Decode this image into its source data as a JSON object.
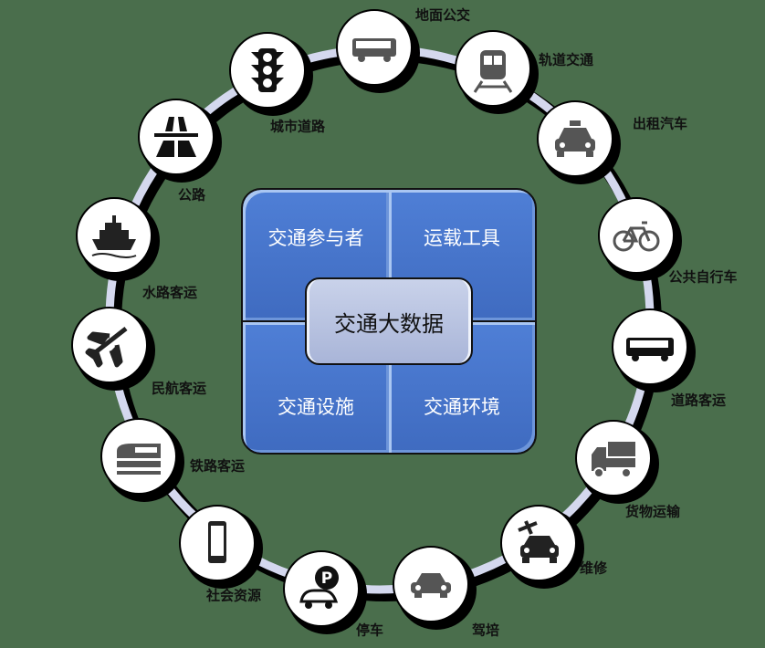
{
  "center": {
    "title": "交通大数据",
    "quadrants": [
      "交通参与者",
      "运载工具",
      "交通设施",
      "交通环境"
    ]
  },
  "nodes": [
    {
      "label": "地面公交",
      "icon": "bus-icon"
    },
    {
      "label": "轨道交通",
      "icon": "metro-icon"
    },
    {
      "label": "出租汽车",
      "icon": "taxi-icon"
    },
    {
      "label": "公共自行车",
      "icon": "bicycle-icon"
    },
    {
      "label": "道路客运",
      "icon": "coach-icon"
    },
    {
      "label": "货物运输",
      "icon": "truck-icon"
    },
    {
      "label": "维修",
      "icon": "repair-icon"
    },
    {
      "label": "驾培",
      "icon": "car-icon"
    },
    {
      "label": "停车",
      "icon": "parking-icon"
    },
    {
      "label": "社会资源",
      "icon": "phone-icon"
    },
    {
      "label": "铁路客运",
      "icon": "train-icon"
    },
    {
      "label": "民航客运",
      "icon": "airplane-icon"
    },
    {
      "label": "水路客运",
      "icon": "ship-icon"
    },
    {
      "label": "公路",
      "icon": "highway-icon"
    },
    {
      "label": "城市道路",
      "icon": "traffic-light-icon"
    }
  ],
  "colors": {
    "background": "#4a6e4c",
    "ring": "#d4d8ee",
    "tile": "#4a78cf",
    "core": "#b9c3e2"
  }
}
